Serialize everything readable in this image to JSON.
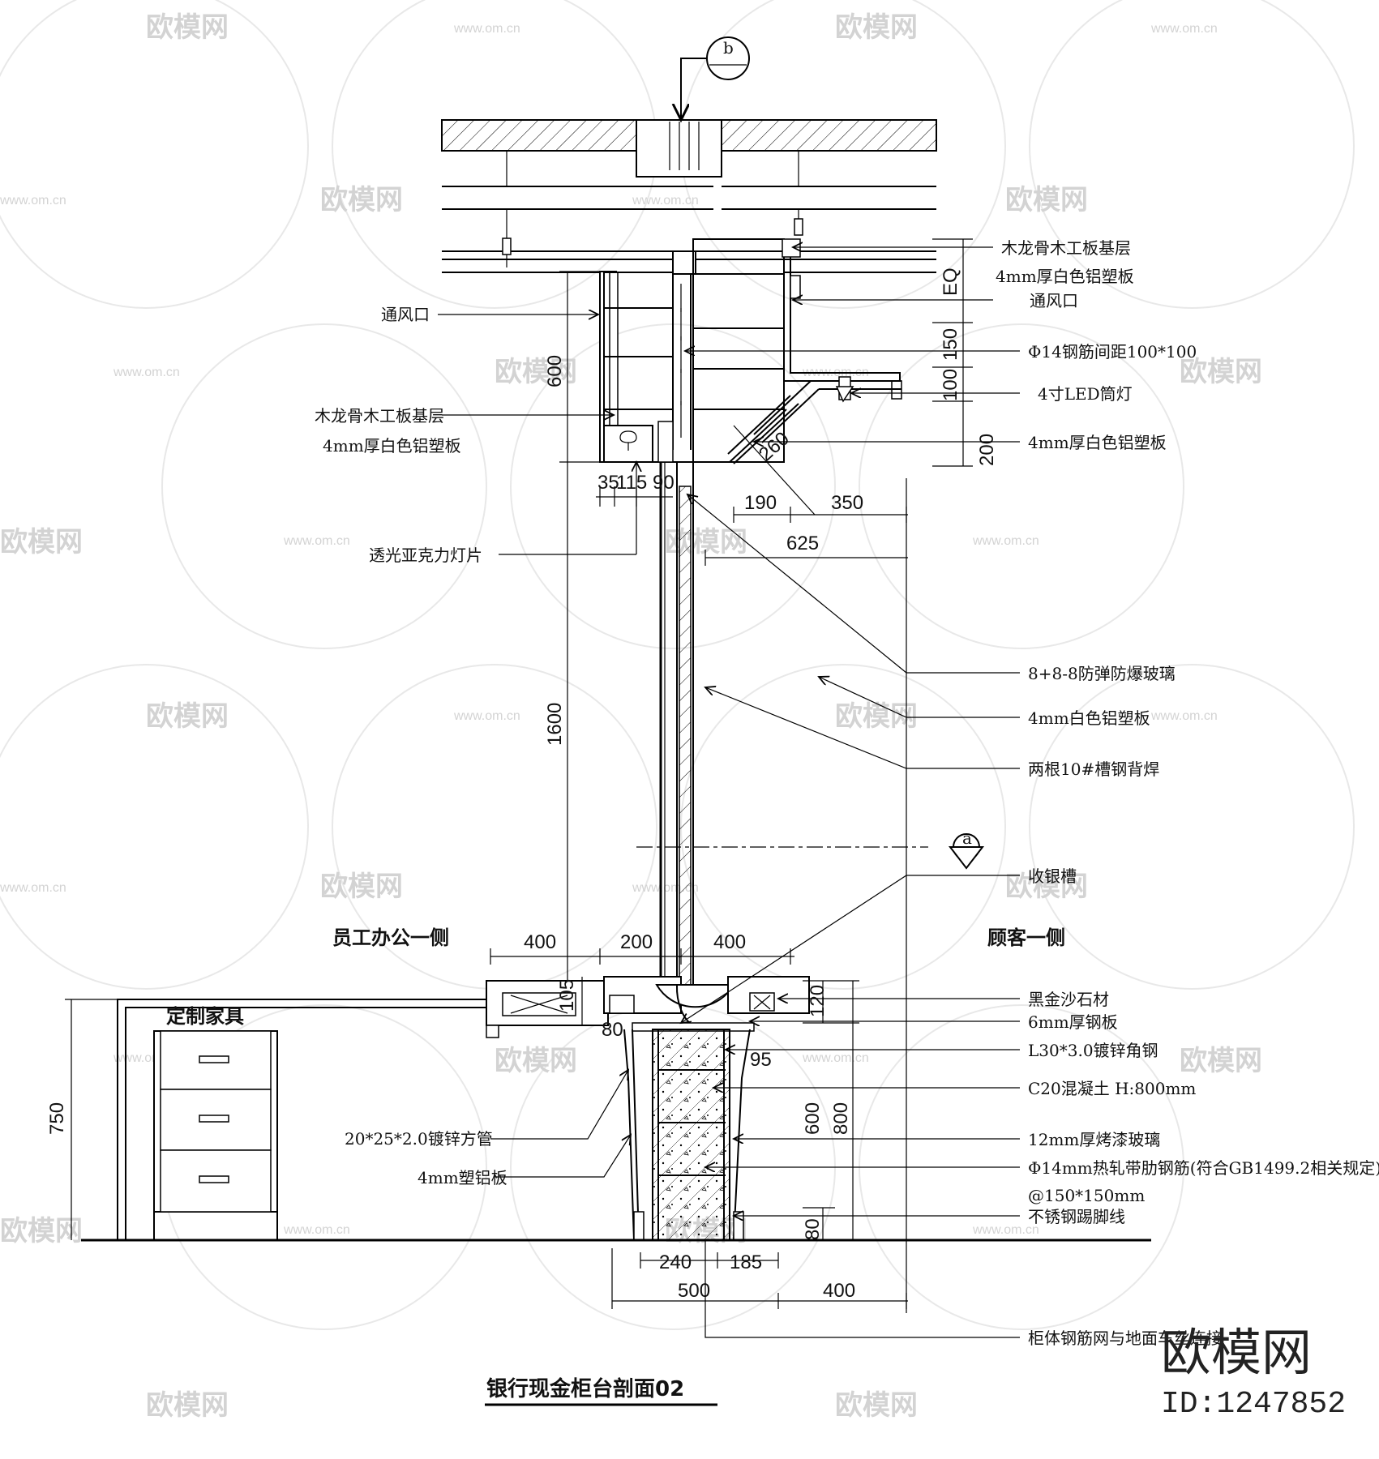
{
  "watermark": {
    "brand": "欧模网",
    "url": "www.om.cn"
  },
  "branding": {
    "logo_text": "欧模网",
    "id_text": "ID:1247852"
  },
  "title": "银行现金柜台剖面02",
  "side_labels": {
    "staff": "员工办公一侧",
    "customer": "顾客一侧",
    "furniture": "定制家具"
  },
  "section_marks": {
    "top": "b",
    "mid": "a"
  },
  "notes_left": {
    "vent": "通风口",
    "keel_base": "木龙骨木工板基层",
    "keel_panel": "4mm厚白色铝塑板",
    "acrylic": "透光亚克力灯片",
    "square_tube": "20*25*2.0镀锌方管",
    "alu_board": "4mm塑铝板"
  },
  "notes_right": {
    "keel_base": "木龙骨木工板基层",
    "panel_top": "4mm厚白色铝塑板",
    "vent": "通风口",
    "rebar_spacing": "Φ14钢筋间距100*100",
    "led": "4寸LED筒灯",
    "panel_mid": "4mm厚白色铝塑板",
    "glass": "8+8-8防弹防爆玻璃",
    "panel_white": "4mm白色铝塑板",
    "channel": "两根10#槽钢背焊",
    "cash_tray": "收银槽",
    "stone": "黑金沙石材",
    "steel_plate": "6mm厚钢板",
    "angle": "L30*3.0镀锌角钢",
    "concrete": "C20混凝土 H:800mm",
    "paint_glass": "12mm厚烤漆玻璃",
    "rebar_hot": "Φ14mm热轧带肋钢筋(符合GB1499.2相关规定)",
    "rebar_grid": "@150*150mm",
    "skirting": "不锈钢踢脚线",
    "anchor": "柜体钢筋网与地面车丝连接"
  },
  "dims": {
    "eq": "EQ",
    "d150": "150",
    "d100": "100",
    "d200": "200",
    "d600_top": "600",
    "d260": "260",
    "d35": "35",
    "d115": "115",
    "d90": "90",
    "d190": "190",
    "d350": "350",
    "d625": "625",
    "d1600": "1600",
    "d400_l": "400",
    "d200_m": "200",
    "d400_r": "400",
    "d105": "105",
    "d80_a": "80",
    "d120": "120",
    "d95": "95",
    "d600_b": "600",
    "d800": "800",
    "d80_b": "80",
    "d750": "750",
    "d240": "240",
    "d185": "185",
    "d500": "500",
    "d400_b": "400"
  }
}
